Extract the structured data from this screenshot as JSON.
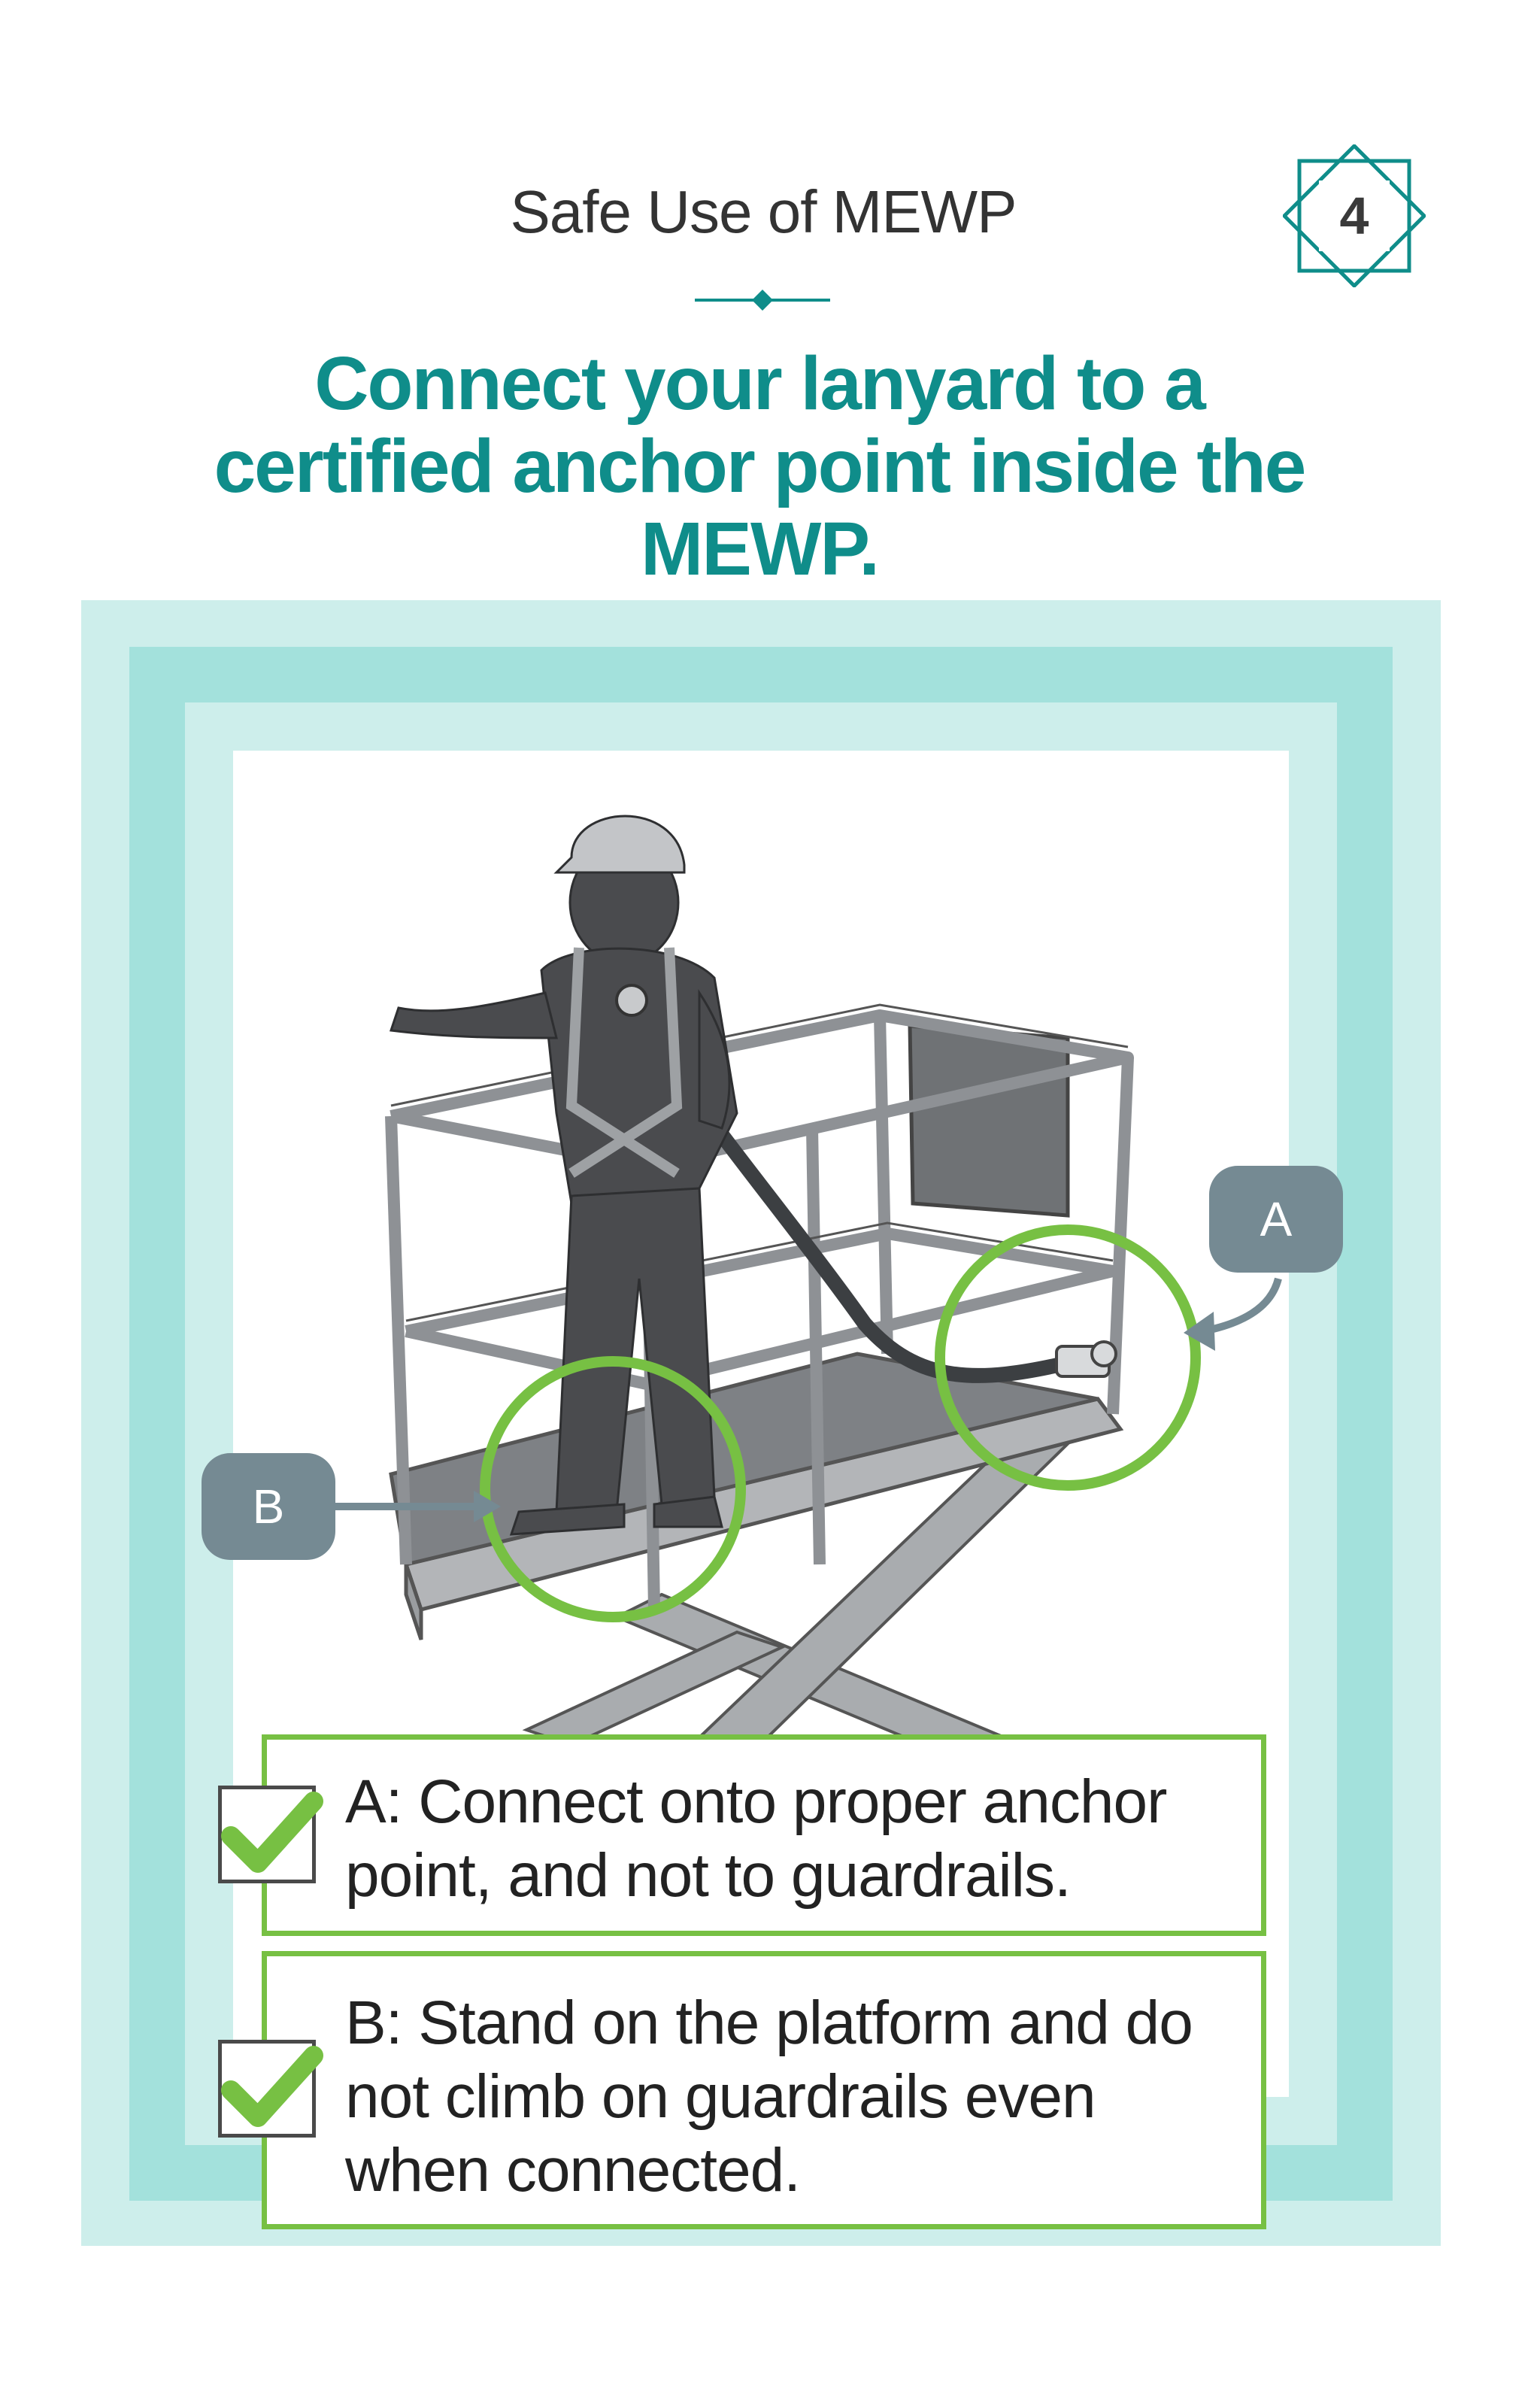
{
  "header": {
    "section_title": "Safe Use of MEWP",
    "page_number": "4"
  },
  "headline": "Connect your lanyard to a certified anchor point inside the MEWP.",
  "callouts": {
    "a": "A",
    "b": "B"
  },
  "instructions": [
    {
      "text": "A:  Connect onto proper anchor point, and not to guardrails.",
      "status": "check"
    },
    {
      "text": "B:  Stand on the platform and do not climb on guardrails even when connected.",
      "status": "check"
    }
  ],
  "colors": {
    "teal": "#0f8d8a",
    "light_frame": "#cdeeeb",
    "mid_frame": "#a3e1dc",
    "green": "#77c043",
    "callout_gray": "#758a93"
  }
}
